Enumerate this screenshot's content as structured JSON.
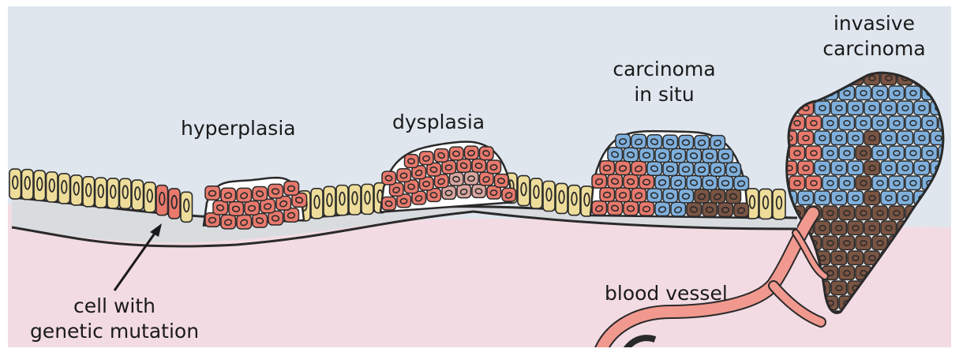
{
  "labels": {
    "hyperplasia": "hyperplasia",
    "dysplasia": "dysplasia",
    "carcinoma_in_situ_line1": "carcinoma",
    "carcinoma_in_situ_line2": "in situ",
    "invasive_line1": "invasive",
    "invasive_line2": "carcinoma",
    "blood_vessel": "blood vessel",
    "mutation_line1": "cell with",
    "mutation_line2": "genetic mutation"
  },
  "colors": {
    "background_top": "#dfe6ee",
    "tissue_pink": "#f3dbe3",
    "membrane": "#d9dcdf",
    "normal_cell": "#eedd9a",
    "mutant_cell": "#e8796c",
    "dysplastic_cell": "#e8796c",
    "carcinoma_cell": "#7fb0dd",
    "invasive_cell": "#7a5443",
    "blood_vessel": "#f1998f",
    "outline": "#2a2a2a"
  }
}
